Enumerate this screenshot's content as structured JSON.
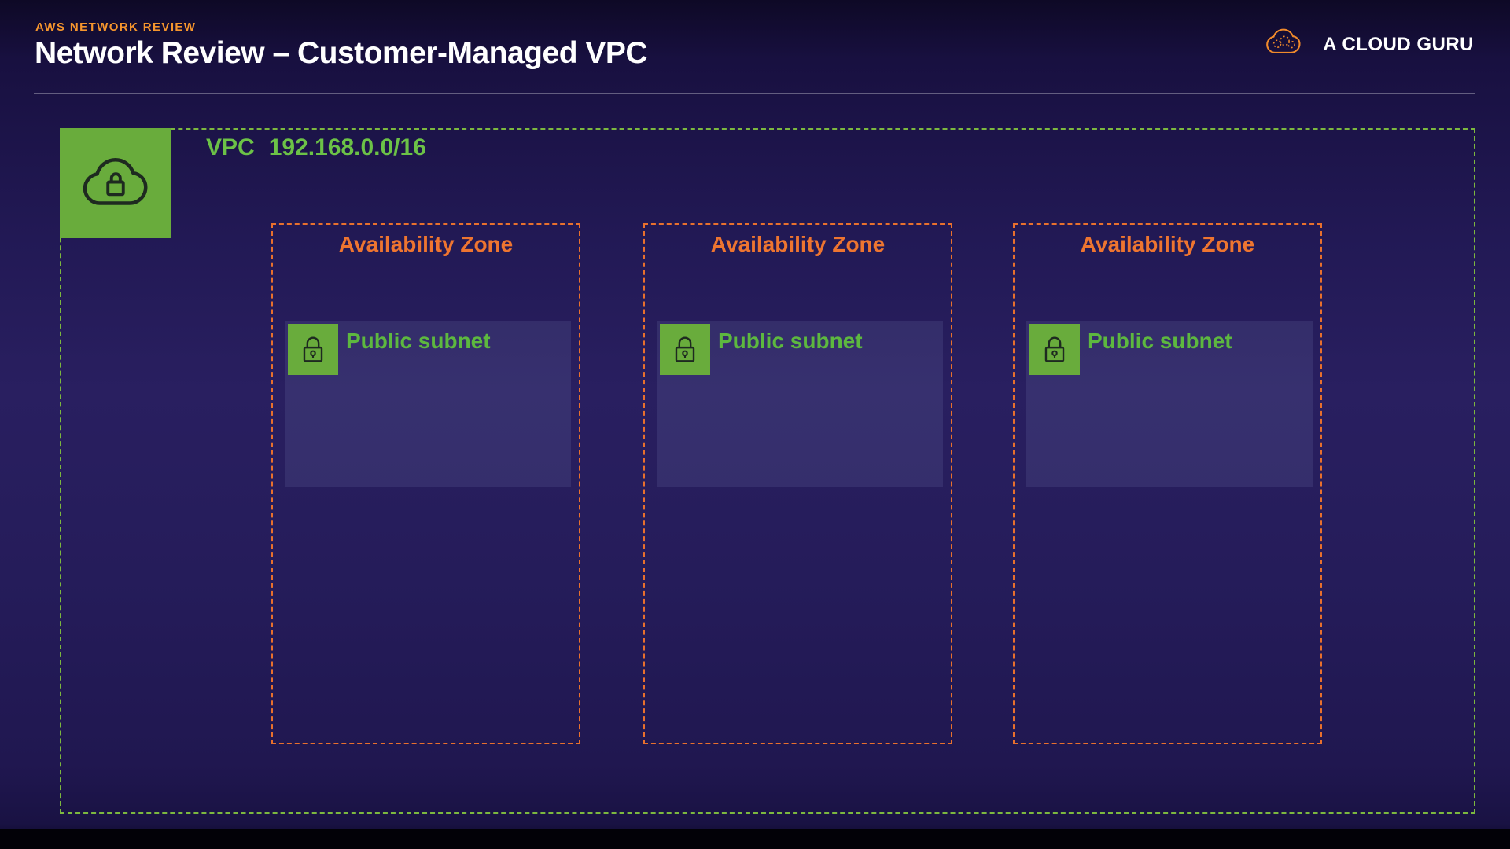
{
  "header": {
    "eyebrow": "AWS NETWORK REVIEW",
    "title": "Network Review – Customer-Managed VPC",
    "logo": {
      "text": "A CLOUD GURU",
      "icon": "cloud-logo-icon"
    }
  },
  "diagram": {
    "vpc": {
      "label": "VPC",
      "cidr": "192.168.0.0/16",
      "icon": "vpc-cloud-lock-icon"
    },
    "zones": [
      {
        "label": "Availability Zone",
        "subnet": {
          "label": "Public subnet",
          "icon": "lock-icon"
        }
      },
      {
        "label": "Availability Zone",
        "subnet": {
          "label": "Public subnet",
          "icon": "lock-icon"
        }
      },
      {
        "label": "Availability Zone",
        "subnet": {
          "label": "Public subnet",
          "icon": "lock-icon"
        }
      }
    ]
  },
  "colors": {
    "background_top": "#0e0926",
    "background_main": "#291f60",
    "accent_orange": "#EE7530",
    "eyebrow_orange": "#F5952D",
    "vpc_border_green": "#7CB83F",
    "text_green": "#6CC247",
    "icon_square_green": "#69AC3C",
    "title_white": "#FFFFFF"
  }
}
